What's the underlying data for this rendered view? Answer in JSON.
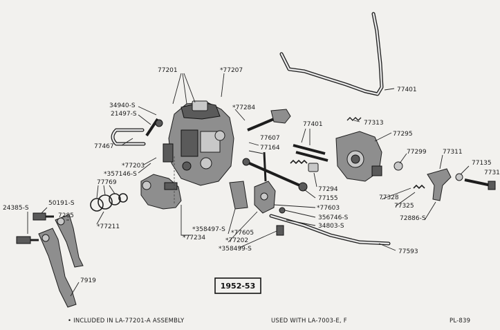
{
  "diagram": {
    "year_box": "1952-53",
    "footnote_left": "• INCLUDED IN LA-77201-A ASSEMBLY",
    "footnote_center": "USED WITH LA-7003-E, F",
    "footnote_right": "PL-839"
  },
  "labels": {
    "l77201": "77201",
    "l77207": "*77207",
    "l34940s": "34940-S",
    "l21497s": "21497-S",
    "l77284": "*77284",
    "l77467": "77467",
    "l77203": "*77203",
    "l357146s": "*357146-S",
    "l77769": "77769",
    "l24385s": "24385-S",
    "l50191s": "50191-S",
    "l7285": "7285",
    "l77211": "*77211",
    "l358497s": "*358497-S",
    "l77234": "*77234",
    "l77607": "77607",
    "l77164": "77164",
    "l77605": "*77605",
    "l77202": "*77202",
    "l358499s": "*358499-S",
    "l77401a": "77401",
    "l77401b": "77401",
    "l77313": "77313",
    "l77295": "77295",
    "l77294": "77294",
    "l77155": "77155",
    "l77603": "*77603",
    "l356746s": "356746-S",
    "l34803s": "34803-S",
    "l77593": "77593",
    "l77299": "77299",
    "l77311": "77311",
    "l77135": "77135",
    "l7731": "7731",
    "l77328": "77328",
    "l77325": "77325",
    "l72886s": "72886-S",
    "l7919": "7919"
  }
}
